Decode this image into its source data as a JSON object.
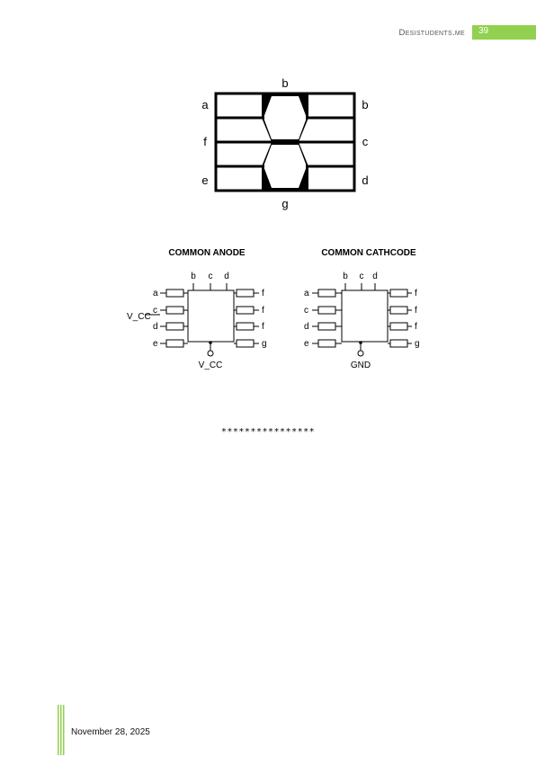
{
  "header": {
    "site": "Desistudents.me",
    "page_number": "39",
    "accent_color": "#92d050"
  },
  "segment_figure": {
    "top_label": "b",
    "bottom_label": "g",
    "left_labels": [
      "a",
      "f",
      "e"
    ],
    "right_labels": [
      "b",
      "c",
      "d"
    ]
  },
  "circuits": {
    "anode": {
      "title": "COMMON ANODE",
      "top_pins": [
        "b",
        "c",
        "d"
      ],
      "left_pins": [
        "a",
        "c",
        "d",
        "e"
      ],
      "right_pins": [
        "f",
        "f",
        "f",
        "g"
      ],
      "side_supply": "V_CC",
      "bottom_terminal": "V_CC"
    },
    "cathode": {
      "title": "COMMON CATHCODE",
      "top_pins": [
        "b",
        "c",
        "d"
      ],
      "left_pins": [
        "a",
        "c",
        "d",
        "e"
      ],
      "right_pins": [
        "f",
        "f",
        "f",
        "g"
      ],
      "bottom_terminal": "GND"
    }
  },
  "separator": "****************",
  "footer": {
    "date": "November 28, 2025",
    "accent_color": "#92d050"
  }
}
